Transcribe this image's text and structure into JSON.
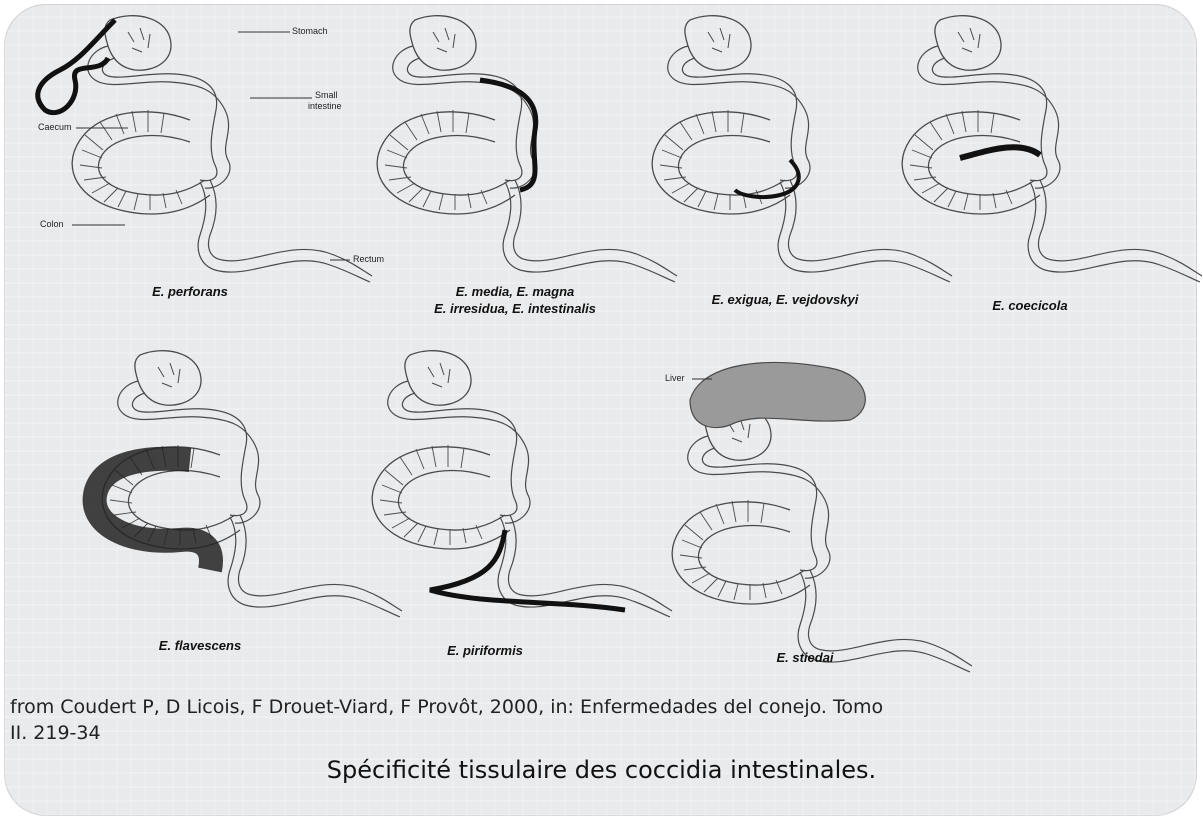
{
  "panels": [
    {
      "caption_lines": [
        "E. perforans"
      ]
    },
    {
      "caption_lines": [
        "E. media, E. magna",
        "E. irresidua, E. intestinalis"
      ]
    },
    {
      "caption_lines": [
        "E. exigua, E. vejdovskyi"
      ]
    },
    {
      "caption_lines": [
        "E. coecicola"
      ]
    },
    {
      "caption_lines": [
        "E. flavescens"
      ]
    },
    {
      "caption_lines": [
        "E. piriformis"
      ]
    },
    {
      "caption_lines": [
        "E. stiedai"
      ]
    }
  ],
  "labels": {
    "stomach": "Stomach",
    "small_intestine_1": "Small",
    "small_intestine_2": "intestine",
    "caecum": "Caecum",
    "colon": "Colon",
    "rectum": "Rectum",
    "liver": "Liver"
  },
  "source": {
    "line1": "from Coudert P, D Licois, F Drouet-Viard, F Provôt, 2000, in: Enfermedades del conejo. Tomo",
    "line2": "II. 219-34"
  },
  "title": "Spécificité tissulaire des coccidia intestinales.",
  "colors": {
    "outline": "#4a4a4a",
    "highlight": "#1a1a1a",
    "liver": "#9a9a9a"
  }
}
